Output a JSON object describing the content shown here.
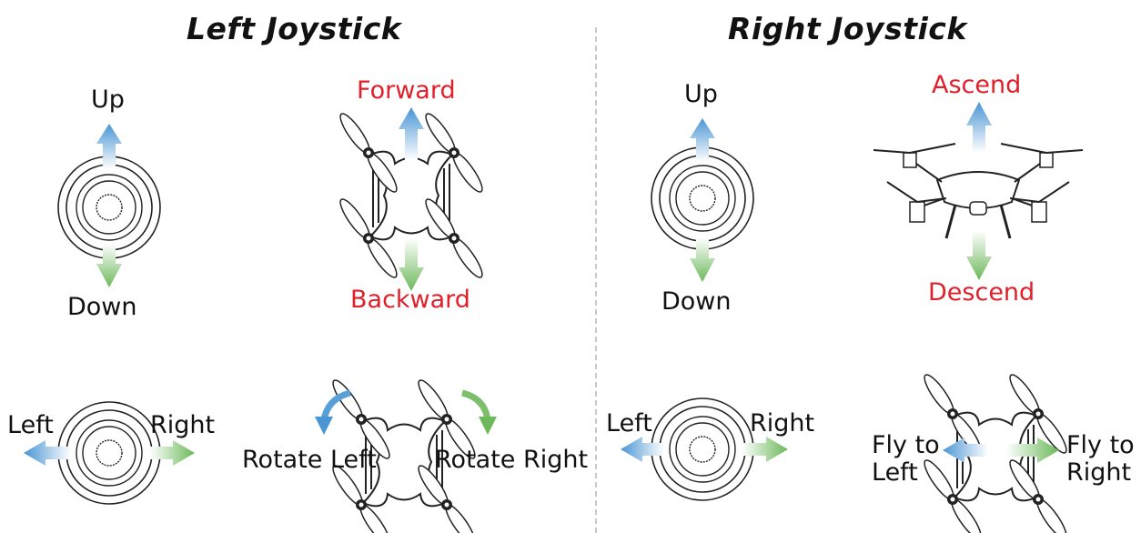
{
  "left_panel": {
    "title": "Left Joystick",
    "stick_vertical": {
      "up": "Up",
      "down": "Down"
    },
    "drone_vertical": {
      "forward": "Forward",
      "backward": "Backward"
    },
    "stick_horizontal": {
      "left": "Left",
      "right": "Right"
    },
    "drone_rotate": {
      "rotate_left": "Rotate Left",
      "rotate_right": "Rotate Right"
    }
  },
  "right_panel": {
    "title": "Right Joystick",
    "stick_vertical": {
      "up": "Up",
      "down": "Down"
    },
    "drone_vertical": {
      "ascend": "Ascend",
      "descend": "Descend"
    },
    "stick_horizontal": {
      "left": "Left",
      "right": "Right"
    },
    "drone_lateral": {
      "fly_left_line1": "Fly to",
      "fly_left_line2": "Left",
      "fly_right_line1": "Fly to",
      "fly_right_line2": "Right"
    }
  },
  "colors": {
    "arrow_blue": "#5aa0d8",
    "arrow_green": "#7cbf6a",
    "highlight_red": "#e0202a"
  }
}
